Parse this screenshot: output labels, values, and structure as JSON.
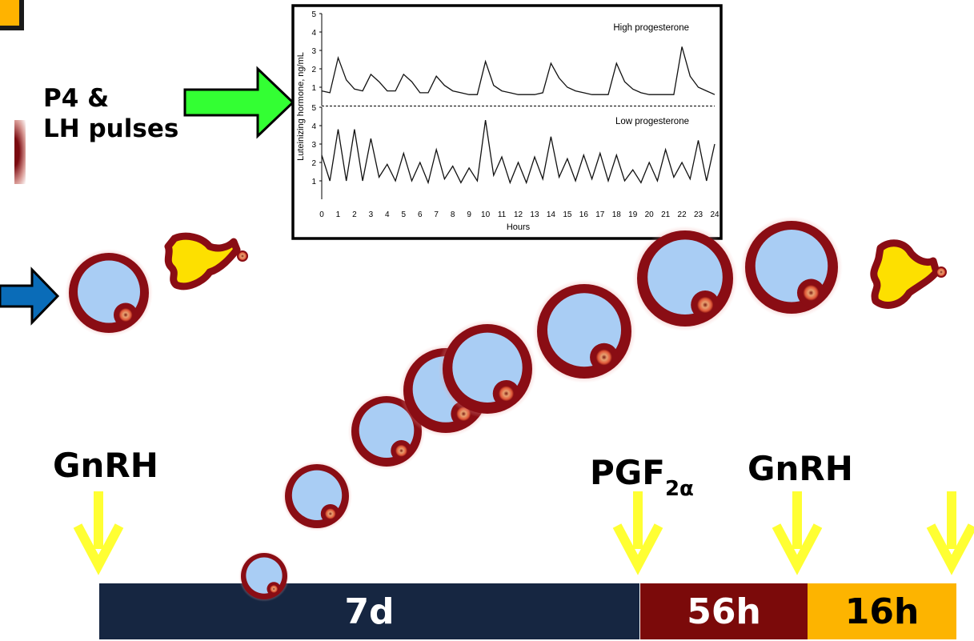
{
  "title_label": {
    "line1": "P4 &",
    "line2": "LH pulses"
  },
  "chart_data": {
    "type": "line",
    "xlabel": "Hours",
    "ylabel": "Luteinizing hormone, ng/mL",
    "x_ticks": [
      "0",
      "1",
      "2",
      "3",
      "4",
      "5",
      "6",
      "7",
      "8",
      "9",
      "10",
      "11",
      "12",
      "13",
      "14",
      "15",
      "16",
      "17",
      "18",
      "19",
      "20",
      "21",
      "22",
      "23",
      "24"
    ],
    "y_ticks": [
      "1",
      "2",
      "3",
      "4",
      "5"
    ],
    "xlim": [
      0,
      24
    ],
    "ylim": [
      0,
      5
    ],
    "panels": [
      {
        "name": "High progesterone",
        "x": [
          0,
          0.5,
          1,
          1.5,
          2,
          2.5,
          3,
          3.5,
          4,
          4.5,
          5,
          5.5,
          6,
          6.5,
          7,
          7.5,
          8,
          8.5,
          9,
          9.5,
          10,
          10.5,
          11,
          11.5,
          12,
          12.5,
          13,
          13.5,
          14,
          14.5,
          15,
          15.5,
          16,
          16.5,
          17,
          17.5,
          18,
          18.5,
          19,
          19.5,
          20,
          20.5,
          21,
          21.5,
          22,
          22.5,
          23,
          23.5,
          24
        ],
        "values": [
          0.8,
          0.7,
          2.6,
          1.4,
          0.9,
          0.8,
          1.7,
          1.3,
          0.8,
          0.8,
          1.7,
          1.3,
          0.7,
          0.7,
          1.6,
          1.1,
          0.8,
          0.7,
          0.6,
          0.6,
          2.4,
          1.1,
          0.8,
          0.7,
          0.6,
          0.6,
          0.6,
          0.7,
          2.3,
          1.5,
          1.0,
          0.8,
          0.7,
          0.6,
          0.6,
          0.6,
          2.3,
          1.3,
          0.9,
          0.7,
          0.6,
          0.6,
          0.6,
          0.6,
          3.2,
          1.6,
          1.0,
          0.8,
          0.6
        ]
      },
      {
        "name": "Low progesterone",
        "x": [
          0,
          0.5,
          1,
          1.5,
          2,
          2.5,
          3,
          3.5,
          4,
          4.5,
          5,
          5.5,
          6,
          6.5,
          7,
          7.5,
          8,
          8.5,
          9,
          9.5,
          10,
          10.5,
          11,
          11.5,
          12,
          12.5,
          13,
          13.5,
          14,
          14.5,
          15,
          15.5,
          16,
          16.5,
          17,
          17.5,
          18,
          18.5,
          19,
          19.5,
          20,
          20.5,
          21,
          21.5,
          22,
          22.5,
          23,
          23.5,
          24
        ],
        "values": [
          2.4,
          1.0,
          3.8,
          1.0,
          3.8,
          1.0,
          3.3,
          1.2,
          1.9,
          1.0,
          2.5,
          1.0,
          2.0,
          0.9,
          2.7,
          1.1,
          1.8,
          0.9,
          1.7,
          1.0,
          4.3,
          1.3,
          2.3,
          0.9,
          2.0,
          0.9,
          2.3,
          1.1,
          3.4,
          1.2,
          2.2,
          1.0,
          2.4,
          1.1,
          2.5,
          1.0,
          2.4,
          1.0,
          1.6,
          0.9,
          2.0,
          1.0,
          2.7,
          1.2,
          2.0,
          1.1,
          3.2,
          1.0,
          3.0
        ]
      }
    ]
  },
  "labels": {
    "gnrh_1": "GnRH",
    "pgf": "PGF",
    "pgf_sub": "2α",
    "gnrh_2": "GnRH"
  },
  "timeline": {
    "seg1": "7d",
    "seg2": "56h",
    "seg3": "16h"
  },
  "colors": {
    "navy": "#162641",
    "maroon": "#7b0a0a",
    "amber": "#fdb400",
    "arrow_yellow": "#ffff33",
    "arrow_green": "#33ff33",
    "arrow_blue": "#0a6cb8",
    "follicle_fluid": "#a9cdf4",
    "follicle_wall": "#8a0d14"
  },
  "icons": [
    "green-arrow-icon",
    "blue-arrow-icon",
    "yellow-down-arrow-icon",
    "follicle-icon",
    "corpus-luteum-icon"
  ]
}
